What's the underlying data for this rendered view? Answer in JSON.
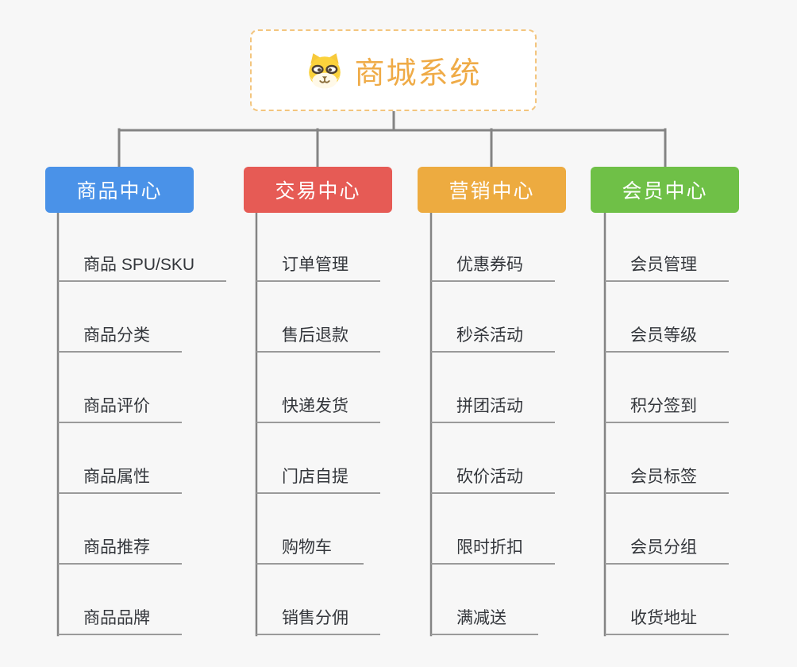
{
  "page": {
    "background_color": "#F7F7F7"
  },
  "root": {
    "label": "商城系统",
    "icon": "dog-face-icon",
    "text_color": "#EFAB47",
    "border_color": "#F3C57E"
  },
  "connector_color": "#848484",
  "underline_color": "#9A9A9A",
  "item_text_color": "#33363B",
  "branches": [
    {
      "label": "商品中心",
      "color": "#4A92E8",
      "items": [
        "商品 SPU/SKU",
        "商品分类",
        "商品评价",
        "商品属性",
        "商品推荐",
        "商品品牌"
      ]
    },
    {
      "label": "交易中心",
      "color": "#E65B55",
      "items": [
        "订单管理",
        "售后退款",
        "快递发货",
        "门店自提",
        "购物车",
        "销售分佣"
      ]
    },
    {
      "label": "营销中心",
      "color": "#EDAB40",
      "items": [
        "优惠券码",
        "秒杀活动",
        "拼团活动",
        "砍价活动",
        "限时折扣",
        "满减送"
      ]
    },
    {
      "label": "会员中心",
      "color": "#6FC047",
      "items": [
        "会员管理",
        "会员等级",
        "积分签到",
        "会员标签",
        "会员分组",
        "收货地址"
      ]
    }
  ]
}
